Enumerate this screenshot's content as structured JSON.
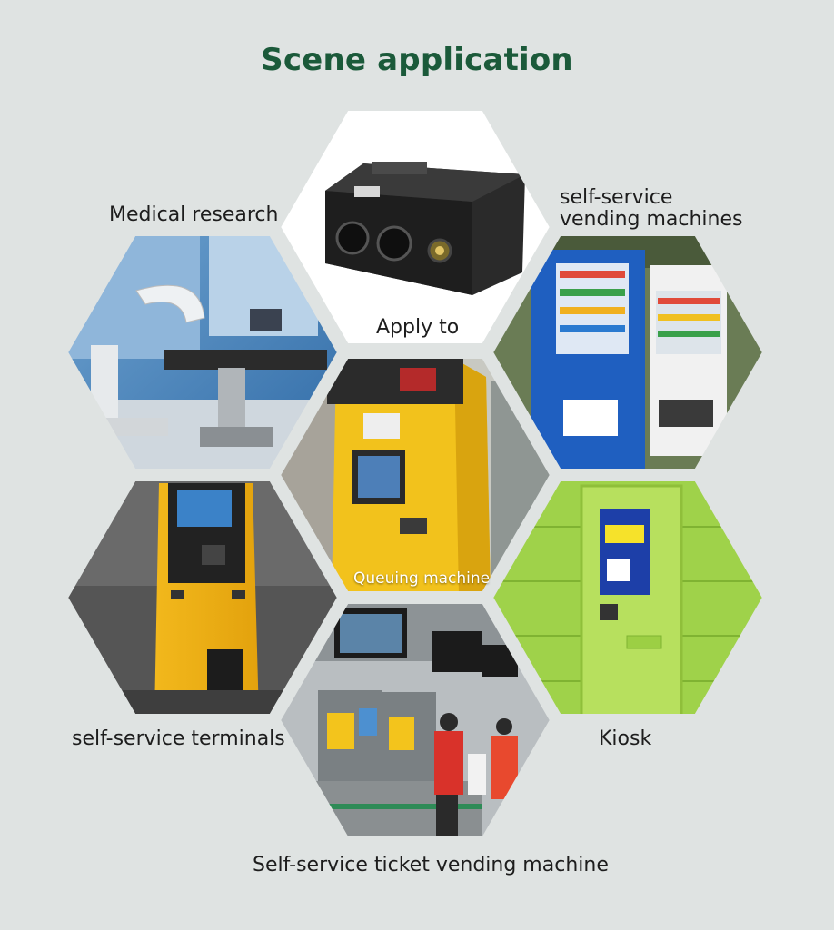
{
  "title": "Scene application",
  "scenes": {
    "center": "Apply to",
    "medical": "Medical research",
    "vending_line1": "self-service",
    "vending_line2": "vending machines",
    "queuing": "Queuing machine",
    "terminals": "self-service terminals",
    "kiosk": "Kiosk",
    "ticket": "Self-service ticket vending machine"
  },
  "colors": {
    "title": "#1b5a3a",
    "background": "#dfe3e2"
  }
}
